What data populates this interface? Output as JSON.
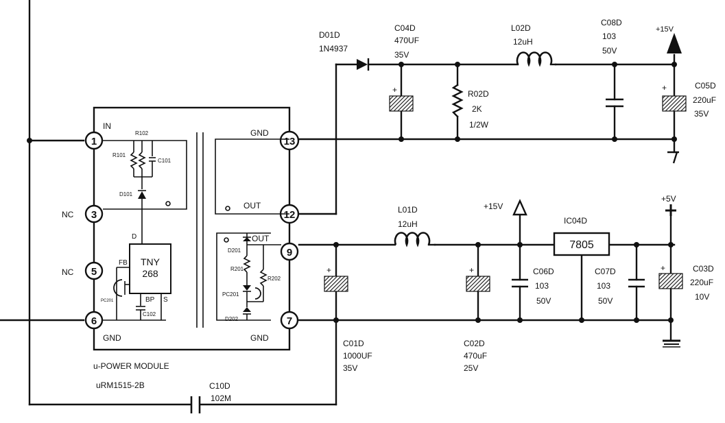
{
  "module": {
    "name": "u-POWER MODULE",
    "part": "uRM1515-2B",
    "ic": {
      "line1": "TNY",
      "line2": "268"
    },
    "labels": {
      "in": "IN",
      "gnd_left": "GND",
      "gnd_right_top": "GND",
      "gnd_right_bottom": "GND",
      "out_top": "OUT",
      "out_bottom": "OUT",
      "nc1": "NC",
      "nc2": "NC",
      "d": "D",
      "fb": "FB",
      "bp": "BP",
      "s": "S"
    },
    "internal": {
      "r102": "R102",
      "r101": "R101",
      "c101": "C101",
      "d101": "D101",
      "pc201_left": "PC201",
      "c102": "C102",
      "d201": "D201",
      "r201": "R201",
      "r202": "R202",
      "pc201": "PC201",
      "d202": "D202"
    },
    "pins": [
      "1",
      "3",
      "5",
      "6",
      "13",
      "12",
      "9",
      "7"
    ]
  },
  "components": {
    "d01d": {
      "ref": "D01D",
      "value": "1N4937"
    },
    "c04d": {
      "ref": "C04D",
      "value": "470UF",
      "rating": "35V"
    },
    "r02d": {
      "ref": "R02D",
      "value": "2K",
      "rating": "1/2W"
    },
    "l02d": {
      "ref": "L02D",
      "value": "12uH"
    },
    "c08d": {
      "ref": "C08D",
      "value": "103",
      "rating": "50V"
    },
    "c05d": {
      "ref": "C05D",
      "value": "220uF",
      "rating": "35V"
    },
    "plus15_top": "+15V",
    "l01d": {
      "ref": "L01D",
      "value": "12uH"
    },
    "plus15_mid": "+15V",
    "ic04d": {
      "ref": "IC04D",
      "value": "7805"
    },
    "plus5": "+5V",
    "c06d": {
      "ref": "C06D",
      "value": "103",
      "rating": "50V"
    },
    "c07d": {
      "ref": "C07D",
      "value": "103",
      "rating": "50V"
    },
    "c03d": {
      "ref": "C03D",
      "value": "220uF",
      "rating": "10V"
    },
    "c01d": {
      "ref": "C01D",
      "value": "1000UF",
      "rating": "35V"
    },
    "c02d": {
      "ref": "C02D",
      "value": "470uF",
      "rating": "25V"
    },
    "c10d": {
      "ref": "C10D",
      "value": "102M"
    },
    "plus_sign": "+"
  }
}
